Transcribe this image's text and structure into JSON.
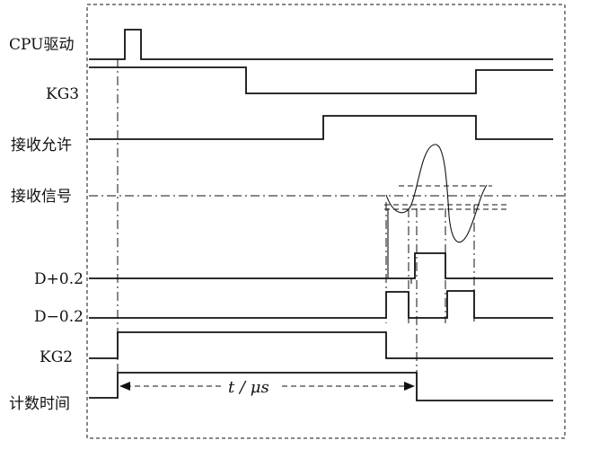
{
  "signals": [
    {
      "id": "cpu",
      "label": "CPU驱动"
    },
    {
      "id": "kg3",
      "label": "KG3"
    },
    {
      "id": "rxen",
      "label": "接收允许"
    },
    {
      "id": "rxsig",
      "label": "接收信号"
    },
    {
      "id": "dp",
      "label": "D+0.2"
    },
    {
      "id": "dm",
      "label": "D−0.2"
    },
    {
      "id": "kg2",
      "label": "KG2"
    },
    {
      "id": "cnt",
      "label": "计数时间"
    }
  ],
  "interval_label": "t / μs",
  "colors": {
    "line": "#111111",
    "background": "#ffffff"
  }
}
